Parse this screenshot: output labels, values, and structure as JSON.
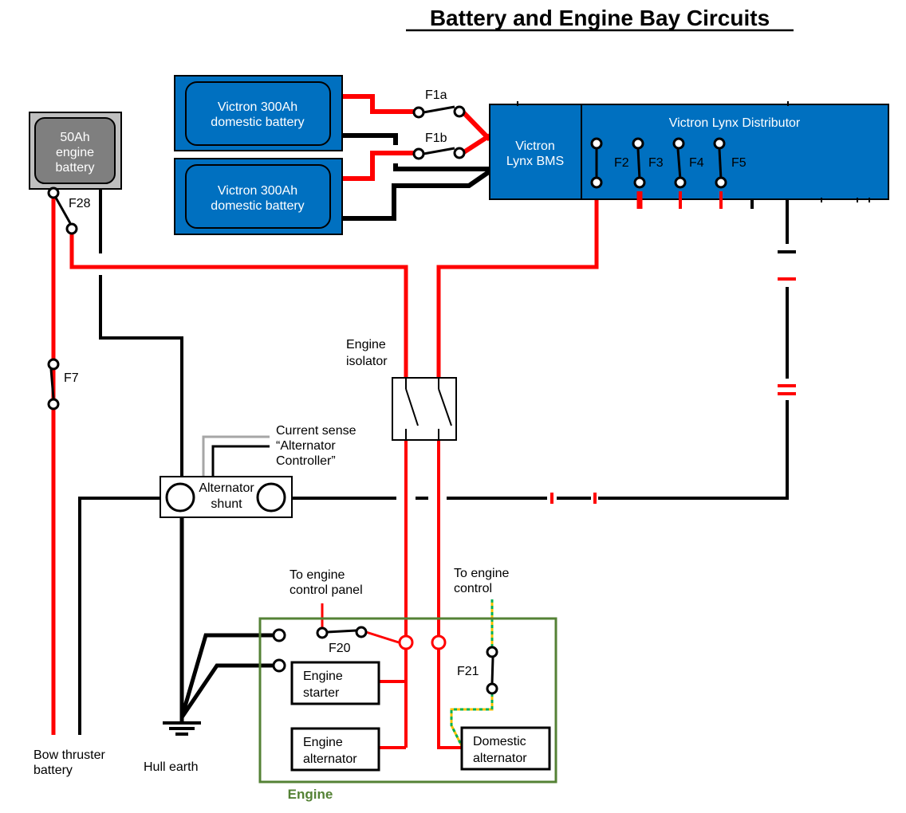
{
  "title": "Battery and Engine Bay Circuits",
  "colors": {
    "positive": "#ff0000",
    "negative": "#000000",
    "victron_blue": "#0070c0",
    "engine_green": "#548235",
    "sense_grey": "#a6a6a6",
    "control_yellow": "#ffc000",
    "control_green": "#00b050",
    "starter_battery_grey": "#7f7f7f"
  },
  "batteries": {
    "engine": [
      "50Ah",
      "engine",
      "battery"
    ],
    "domestic_1": [
      "Victron 300Ah",
      "domestic battery"
    ],
    "domestic_2": [
      "Victron 300Ah",
      "domestic battery"
    ]
  },
  "victron": {
    "bms": [
      "Victron",
      "Lynx BMS"
    ],
    "distributor": "Victron Lynx Distributor"
  },
  "fuses": {
    "f1a": "F1a",
    "f1b": "F1b",
    "f2": "F2",
    "f3": "F3",
    "f4": "F4",
    "f5": "F5",
    "f7": "F7",
    "f20": "F20",
    "f21": "F21",
    "f28": "F28"
  },
  "engine_isolator": [
    "Engine",
    "isolator"
  ],
  "current_sense": [
    "Current sense",
    "“Alternator",
    "Controller”"
  ],
  "shunt": [
    "Alternator",
    "shunt"
  ],
  "to_engine_control_panel": [
    "To engine",
    "control panel"
  ],
  "to_engine_control": [
    "To engine",
    "control"
  ],
  "engine_group": {
    "label": "Engine",
    "starter": [
      "Engine",
      "starter"
    ],
    "engine_alternator": [
      "Engine",
      "alternator"
    ],
    "domestic_alternator": [
      "Domestic",
      "alternator"
    ]
  },
  "bow_thruster": [
    "Bow thruster",
    "battery"
  ],
  "hull_earth": "Hull earth"
}
